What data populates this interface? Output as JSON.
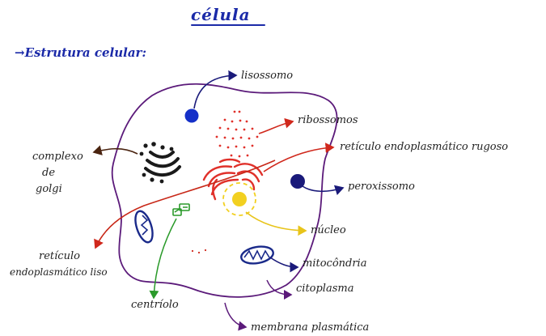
{
  "title": "célula",
  "subtitle": "→Estrutura celular:",
  "labels": {
    "lisossomo": "lisossomo",
    "ribossomos": "ribossomos",
    "reticulo_rugoso": "retículo  endoplasmático  rugoso",
    "complexo_line1": "complexo",
    "complexo_line2": "de",
    "complexo_line3": "golgi",
    "peroxissomo": "peroxissomo",
    "nucleo": "núcleo",
    "reticulo_liso_line1": "retículo",
    "reticulo_liso_line2": "endoplasmático  liso",
    "mitocondria": "mitocôndria",
    "centriolo": "centríolo",
    "citoplasma": "citoplasma",
    "membrana": "membrana  plasmática"
  },
  "colors": {
    "title_blue": "#1b2aa8",
    "membrane_purple": "#5b1a7a",
    "lysosome_blue": "#1530c8",
    "ribosome_red": "#e0302a",
    "golgi_black": "#1a1a1a",
    "golgi_arrow_brown": "#4a2410",
    "rough_er_red": "#e0302a",
    "smooth_er_red": "#c82818",
    "peroxisome_navy": "#1a1a7a",
    "nucleus_yellow": "#f2d020",
    "mitochondria_navy": "#1a2a8a",
    "centriole_green": "#2a9a2a"
  }
}
